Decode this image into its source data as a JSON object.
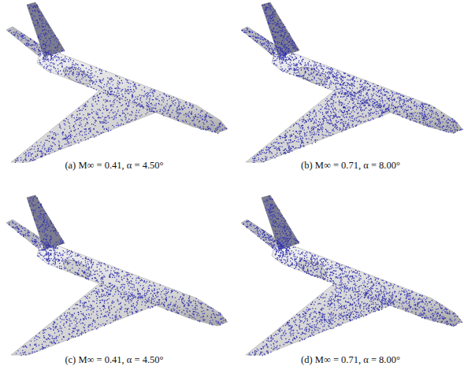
{
  "diagram": {
    "labels": [
      "(a) M∞ = 0.41, α = 4.50°",
      "(b) M∞ = 0.71, α = 8.00°",
      "(c) M∞ = 0.41, α = 4.50°",
      "(d) M∞ = 0.71, α = 8.00°"
    ]
  }
}
